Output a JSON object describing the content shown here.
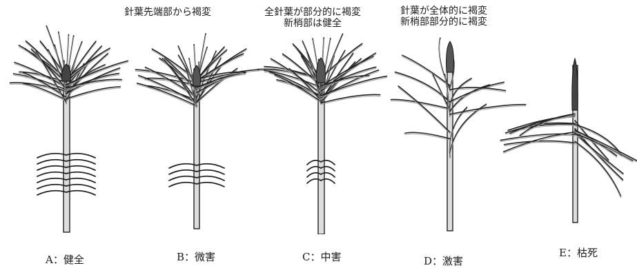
{
  "captions": {
    "b": {
      "line1": "針葉先端部から褐変"
    },
    "c": {
      "line1": "全針葉が部分的に褐変",
      "line2": "新梢部は健全"
    },
    "d": {
      "line1": "針葉が全体的に褐変",
      "line2": "新梢部部分的に褐変"
    }
  },
  "labels": {
    "a": "A：健全",
    "b": "B：微害",
    "c": "C：中害",
    "d": "D：激害",
    "e": "E：枯死"
  },
  "plants": [
    {
      "key": "a",
      "condition": "healthy",
      "needle_density": 1.0
    },
    {
      "key": "b",
      "condition": "slight",
      "needle_density": 0.85
    },
    {
      "key": "c",
      "condition": "moderate",
      "needle_density": 0.8
    },
    {
      "key": "d",
      "condition": "severe",
      "needle_density": 0.45
    },
    {
      "key": "e",
      "condition": "dead",
      "needle_density": 0.3
    }
  ]
}
